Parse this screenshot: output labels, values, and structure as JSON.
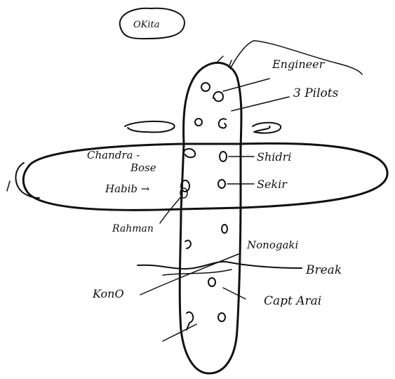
{
  "labels": {
    "okita": "OKita",
    "engineer": "Engineer",
    "pilots": "3 Pilots",
    "chandra": "Chandra -",
    "bose": "Bose",
    "habib": "Habib →",
    "rahman": "Rahman",
    "shidri": "Shidri",
    "sekir": "Sekir",
    "nonogaki": "Nonogaki",
    "break": "Break",
    "kono": "KonO",
    "capt_arai": "Capt Arai"
  },
  "colors": {
    "ink": "#111111",
    "paper": "#ffffff"
  }
}
